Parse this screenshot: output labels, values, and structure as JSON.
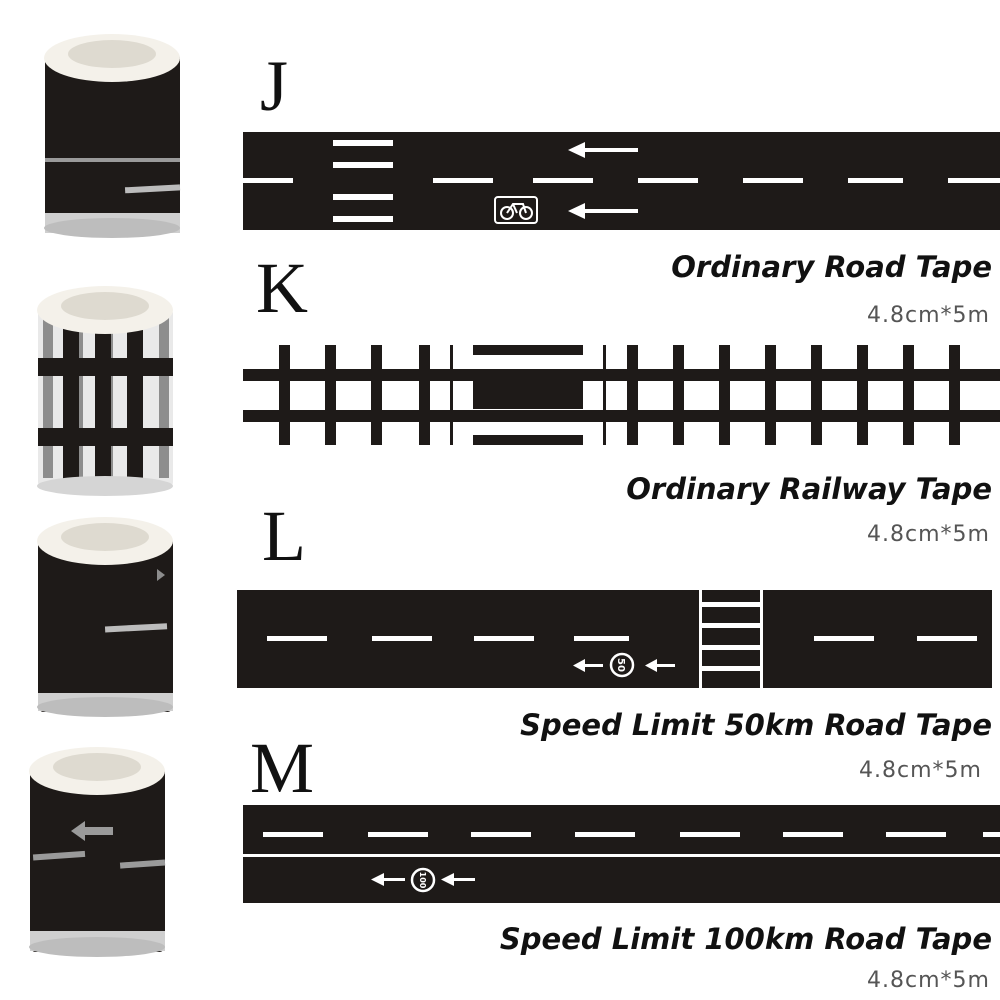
{
  "tapes": [
    {
      "letter": "J",
      "title": "Ordinary Road Tape",
      "size": "4.8cm*5m",
      "sign": ""
    },
    {
      "letter": "K",
      "title": "Ordinary Railway Tape",
      "size": "4.8cm*5m",
      "sign": ""
    },
    {
      "letter": "L",
      "title": "Speed Limit 50km Road Tape",
      "size": "4.8cm*5m",
      "sign": "50"
    },
    {
      "letter": "M",
      "title": "Speed Limit 100km Road Tape",
      "size": "4.8cm*5m",
      "sign": "100"
    }
  ],
  "colors": {
    "asphalt": "#1e1a18",
    "marking": "#ffffff",
    "roll_core": "#f4f1ea"
  },
  "icons": [
    "bicycle-icon",
    "arrow-left-icon",
    "speed-limit-sign-icon"
  ]
}
